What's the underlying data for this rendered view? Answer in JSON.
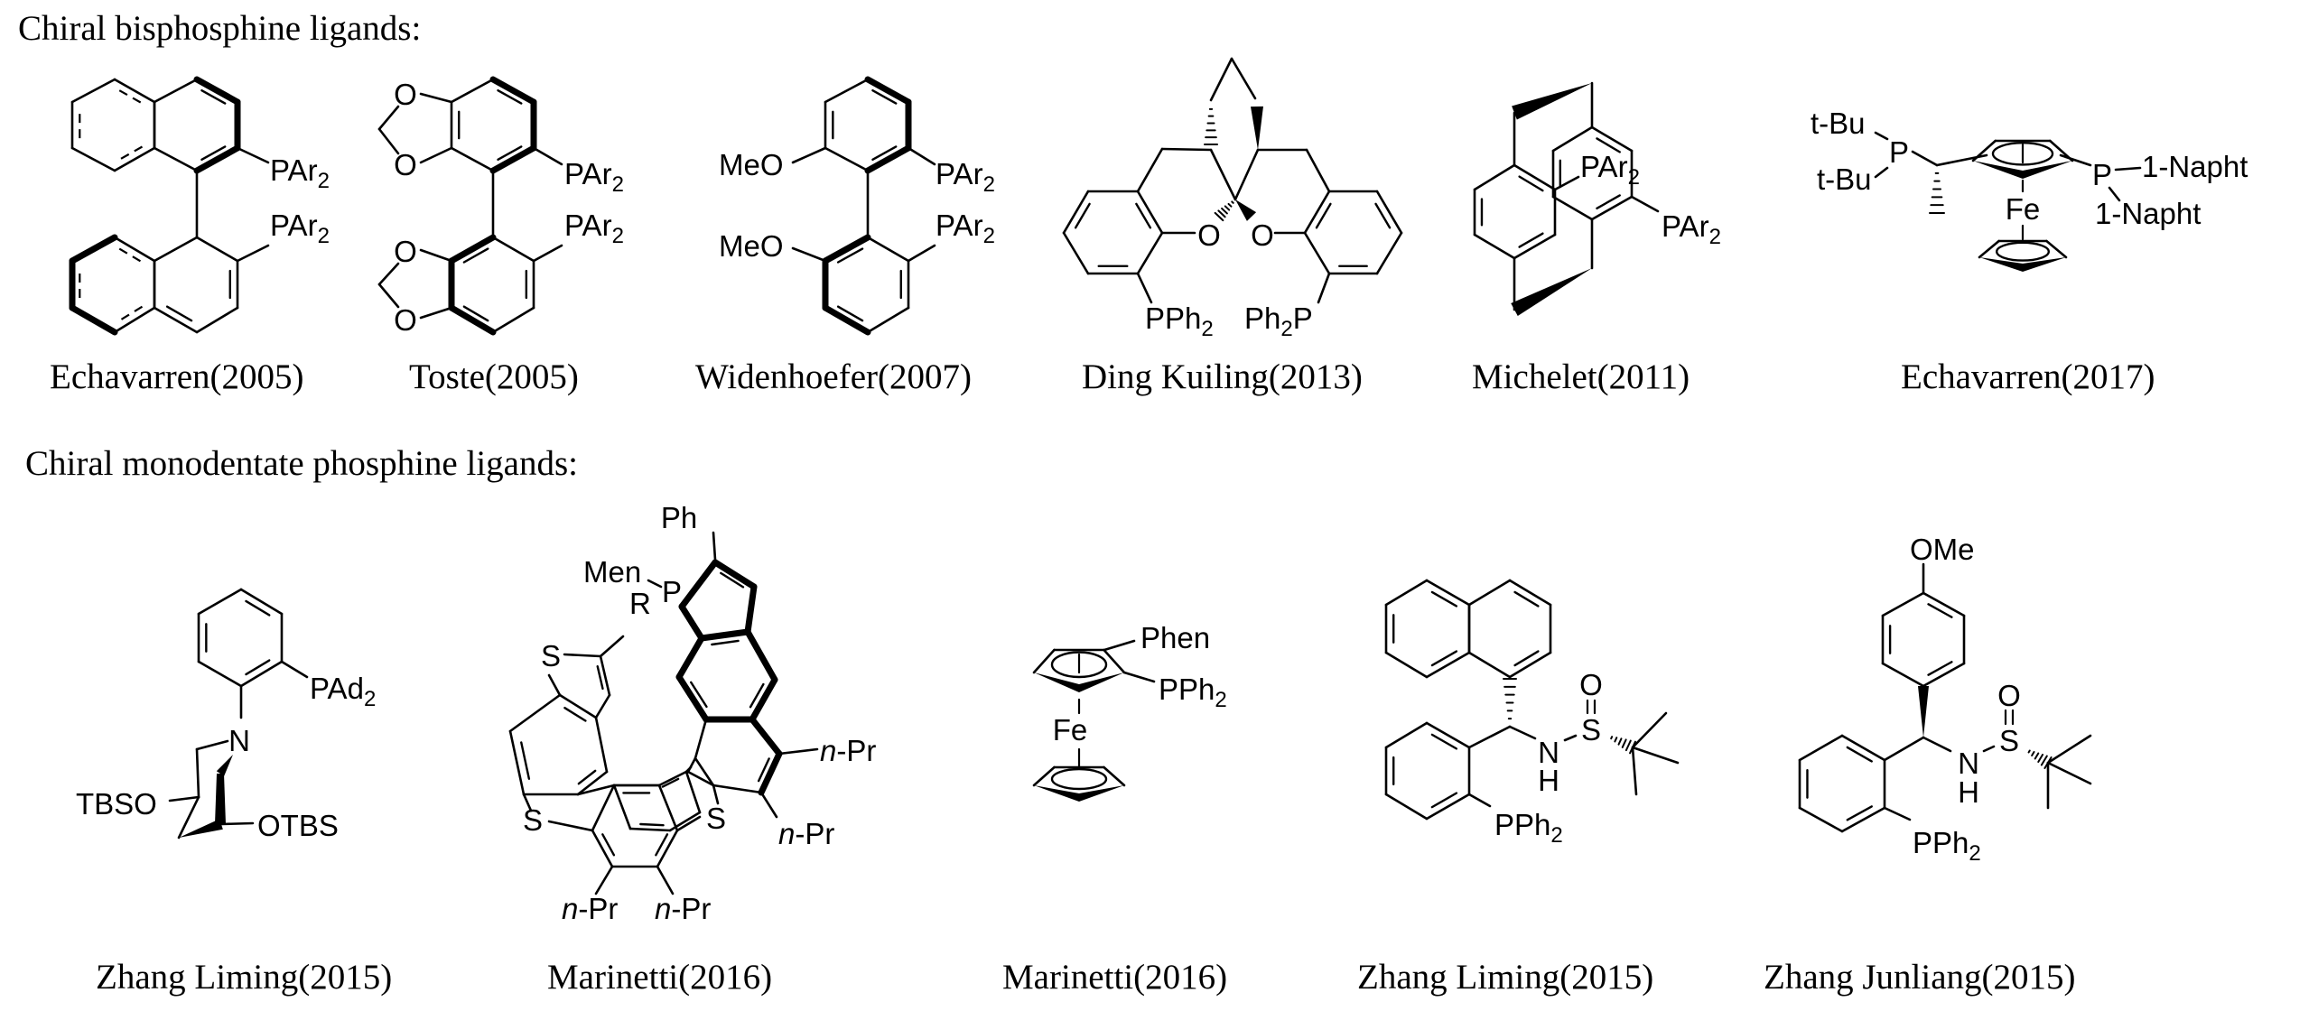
{
  "sections": [
    {
      "heading": "Chiral bisphosphine ligands:",
      "ligands": [
        {
          "id": "echavarren-2005",
          "caption": "Echavarren(2005)",
          "groups": [
            "PAr",
            "PAr"
          ]
        },
        {
          "id": "toste-2005",
          "caption": "Toste(2005)",
          "groups": [
            "PAr",
            "PAr",
            "O",
            "O",
            "O",
            "O"
          ]
        },
        {
          "id": "widenhoefer-2007",
          "caption": "Widenhoefer(2007)",
          "groups": [
            "PAr",
            "PAr",
            "MeO",
            "MeO"
          ]
        },
        {
          "id": "ding-kuiling-2013",
          "caption": "Ding Kuiling(2013)",
          "groups": [
            "PPh",
            "Ph",
            "P",
            "O",
            "O"
          ]
        },
        {
          "id": "michelet-2011",
          "caption": "Michelet(2011)",
          "groups": [
            "PAr",
            "PAr"
          ]
        },
        {
          "id": "echavarren-2017",
          "caption": "Echavarren(2017)",
          "groups": [
            "t-Bu",
            "t-Bu",
            "P",
            "Fe",
            "P",
            "1-Napht",
            "1-Napht"
          ]
        }
      ]
    },
    {
      "heading": "Chiral monodentate phosphine ligands:",
      "ligands": [
        {
          "id": "zhang-liming-2015-a",
          "caption": "Zhang Liming(2015)",
          "groups": [
            "PAd",
            "N",
            "TBSO",
            "OTBS"
          ]
        },
        {
          "id": "marinetti-2016-a",
          "caption": "Marinetti(2016)",
          "groups": [
            "Ph",
            "Men",
            "P",
            "R",
            "S",
            "S",
            "S",
            "n",
            "-Pr"
          ]
        },
        {
          "id": "marinetti-2016-b",
          "caption": "Marinetti(2016)",
          "groups": [
            "Phen",
            "PPh",
            "Fe"
          ]
        },
        {
          "id": "zhang-liming-2015-b",
          "caption": "Zhang Liming(2015)",
          "groups": [
            "O",
            "S",
            "N",
            "H",
            "PPh"
          ]
        },
        {
          "id": "zhang-junliang-2015",
          "caption": "Zhang Junliang(2015)",
          "groups": [
            "OMe",
            "O",
            "S",
            "N",
            "H",
            "PPh"
          ]
        }
      ]
    }
  ],
  "subscript": "2",
  "colors": {
    "ink": "#000000",
    "background": "#ffffff"
  }
}
